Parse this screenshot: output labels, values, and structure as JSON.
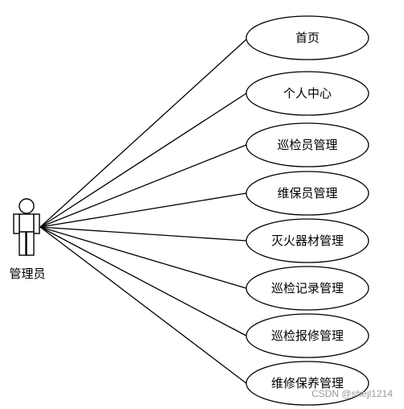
{
  "actor": {
    "label": "管理员"
  },
  "use_cases": [
    {
      "label": "首页"
    },
    {
      "label": "个人中心"
    },
    {
      "label": "巡检员管理"
    },
    {
      "label": "维保员管理"
    },
    {
      "label": "灭火器材管理"
    },
    {
      "label": "巡检记录管理"
    },
    {
      "label": "巡检报修管理"
    },
    {
      "label": "维修保养管理"
    }
  ],
  "watermark": "CSDN @shejl1214"
}
